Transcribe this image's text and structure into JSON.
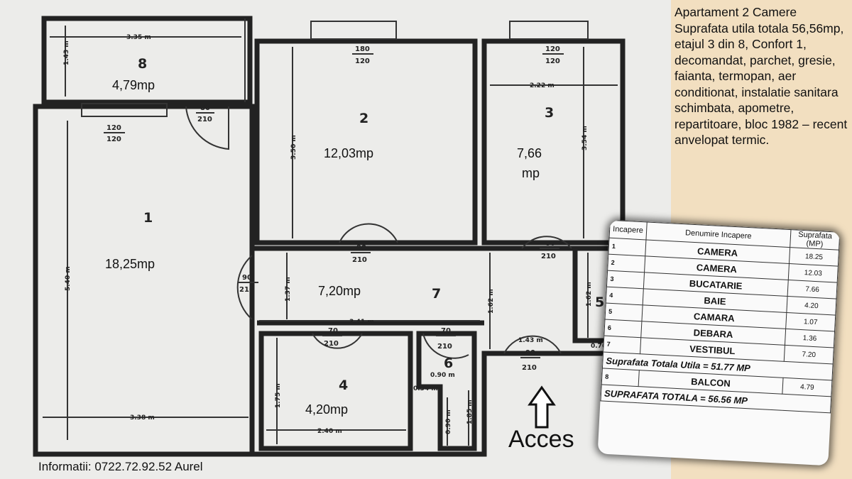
{
  "description": "Apartament 2 Camere\nSuprafata utila totala 56,56mp, etajul 3 din 8, Confort 1, decomandat, parchet, gresie, faianta, termopan, aer conditionat, instalatie sanitara schimbata, apometre, repartitoare, bloc 1982 – recent anvelopat termic.",
  "acces_label": "Acces",
  "info": "Informatii: 0722.72.92.52 Aurel",
  "rooms": [
    {
      "num": "1",
      "area": "18,25mp"
    },
    {
      "num": "2",
      "area": "12,03mp"
    },
    {
      "num": "3",
      "area_line1": "7,66",
      "area_line2": "mp"
    },
    {
      "num": "4",
      "area": "4,20mp"
    },
    {
      "num": "5"
    },
    {
      "num": "6"
    },
    {
      "num": "7",
      "area": "7,20mp"
    },
    {
      "num": "8",
      "area": "4,79mp"
    }
  ],
  "dimensions": {
    "d335": "3.35 m",
    "d143a": "1.43 m",
    "d540": "5.40 m",
    "d338": "3.38 m",
    "d350": "3.50 m",
    "d222": "2.22 m",
    "d354": "3.54 m",
    "d137": "1.37 m",
    "d341": "3.41 m",
    "d162a": "1.62 m",
    "d162b": "1.62 m",
    "d143b": "1.43 m",
    "d070": "0.70 m",
    "d175": "1.75 m",
    "d240": "2.40 m",
    "d090a": "0.90 m",
    "d034": "0.34 m",
    "d090b": "0.90 m",
    "d185": "1.85 m"
  },
  "fractions": [
    {
      "top": "120",
      "bottom": "120"
    },
    {
      "top": "80",
      "bottom": "210"
    },
    {
      "top": "180",
      "bottom": "120"
    },
    {
      "top": "120",
      "bottom": "120"
    },
    {
      "top": "90",
      "bottom": "210"
    },
    {
      "top": "90",
      "bottom": "210"
    },
    {
      "top": "80",
      "bottom": "210"
    },
    {
      "top": "70",
      "bottom": "210"
    },
    {
      "top": "70",
      "bottom": "210"
    },
    {
      "top": "90",
      "bottom": "210"
    }
  ],
  "table": {
    "col_nr": "Incapere",
    "col_name": "Denumire Incapere",
    "col_area": "Suprafata (MP)",
    "rows": [
      {
        "nr": "1",
        "name": "CAMERA",
        "area": "18.25"
      },
      {
        "nr": "2",
        "name": "CAMERA",
        "area": "12.03"
      },
      {
        "nr": "3",
        "name": "BUCATARIE",
        "area": "7.66"
      },
      {
        "nr": "4",
        "name": "BAIE",
        "area": "4.20"
      },
      {
        "nr": "5",
        "name": "CAMARA",
        "area": "1.07"
      },
      {
        "nr": "6",
        "name": "DEBARA",
        "area": "1.36"
      },
      {
        "nr": "7",
        "name": "VESTIBUL",
        "area": "7.20"
      }
    ],
    "total_utila": "Suprafata Totala Utila = 51.77 MP",
    "balcon": {
      "nr": "8",
      "name": "BALCON",
      "area": "4.79"
    },
    "total": "SUPRAFATA TOTALA = 56.56 MP"
  }
}
